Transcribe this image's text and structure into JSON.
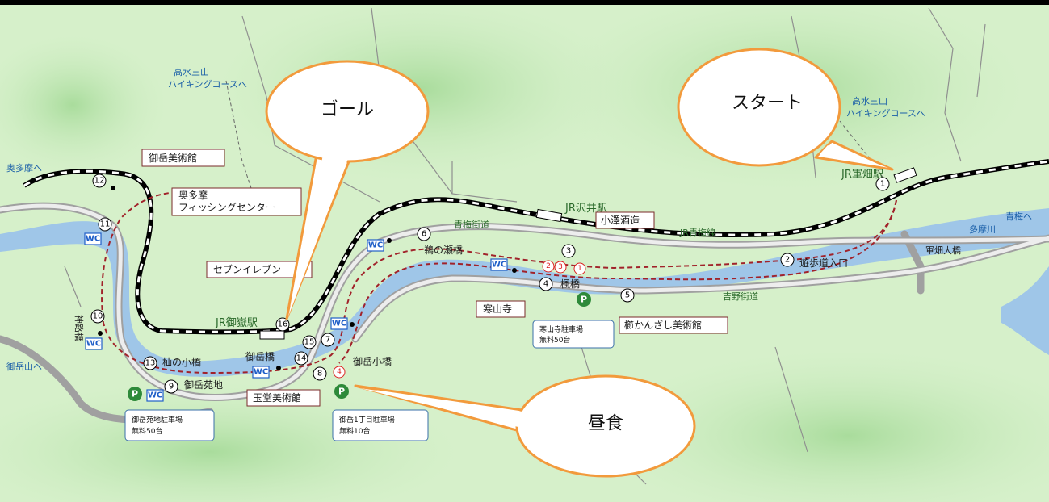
{
  "labels": {
    "takamizu_left": "高水三山",
    "takamizu_left_2": "ハイキングコースへ",
    "takamizu_right": "高水三山",
    "takamizu_right_2": "ハイキングコースへ",
    "okutama_dir": "奥多摩へ",
    "mitakesan_dir": "御岳山へ",
    "ome_dir": "青梅へ",
    "jr_ikusabata": "JR軍畑駅",
    "jr_sawai": "JR沢井駅",
    "jr_mitake": "JR御嶽駅",
    "ome_line": "JR青梅線",
    "ome_kaido": "青梅街道",
    "yoshino_kaido": "吉野街道",
    "tamagawa": "多摩川",
    "ikusabata_ohashi": "軍畑大橋",
    "yuhodo_iriguchi": "遊歩道入口",
    "unose_bashi": "鵜の瀬橋",
    "kaede_bashi": "楓橋",
    "mitake_kobashi": "御岳小橋",
    "mitake_bashi": "御岳橋",
    "kannonosato": "神路橋",
    "u_no_kobashi": "杣の小橋",
    "mitake_enchi": "御岳苑地",
    "p_kanzanji": "寒山寺駐車場",
    "p_kanzanji_cap": "無料50台",
    "p_enchi": "御岳苑地駐車場",
    "p_enchi_cap": "無料50台",
    "p_1chome": "御岳1丁目駐車場",
    "p_1chome_cap": "無料10台",
    "wc": "WC",
    "parking": "P"
  },
  "boxes": {
    "mitake_museum": "御岳美術館",
    "fishing_center_1": "奥多摩",
    "fishing_center_2": "フィッシングセンター",
    "seven_eleven": "セブンイレブン",
    "ozawa_sake": "小澤酒造",
    "kanzanji": "寒山寺",
    "kushi_kanzashi": "櫛かんざし美術館",
    "gyokudo": "玉堂美術館"
  },
  "markers": {
    "m1": "1",
    "m2": "2",
    "m3": "3",
    "m4": "4",
    "m5": "5",
    "m6": "6",
    "m7": "7",
    "m8": "8",
    "m9": "9",
    "m10": "10",
    "m11": "11",
    "m12": "12",
    "m13": "13",
    "m14": "14",
    "m15": "15",
    "m16": "16",
    "r1": "1",
    "r2": "2",
    "r3": "3",
    "r4": "4"
  },
  "callouts": {
    "goal": "ゴール",
    "start": "スタート",
    "lunch": "昼食"
  }
}
